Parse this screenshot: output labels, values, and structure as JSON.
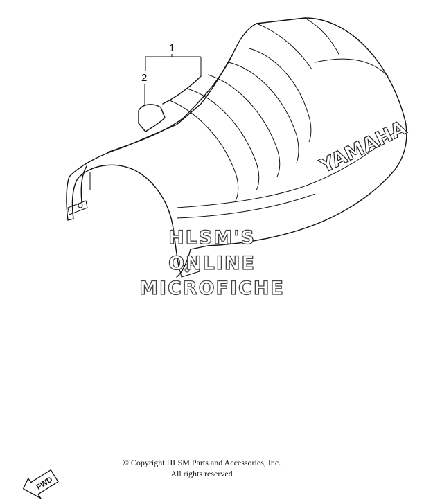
{
  "callouts": {
    "part_1": "1",
    "part_2": "2"
  },
  "seat": {
    "brand_text": "YAMAHA"
  },
  "watermark": {
    "line1": "HLSM'S",
    "line2": "ONLINE",
    "line3": "MICROFICHE"
  },
  "footer": {
    "copyright": "© Copyright HLSM Parts and Accessories, Inc.",
    "rights": "All rights reserved"
  },
  "fwd_arrow": {
    "label": "FWD"
  },
  "colors": {
    "ink": "#111111",
    "background": "#ffffff"
  }
}
